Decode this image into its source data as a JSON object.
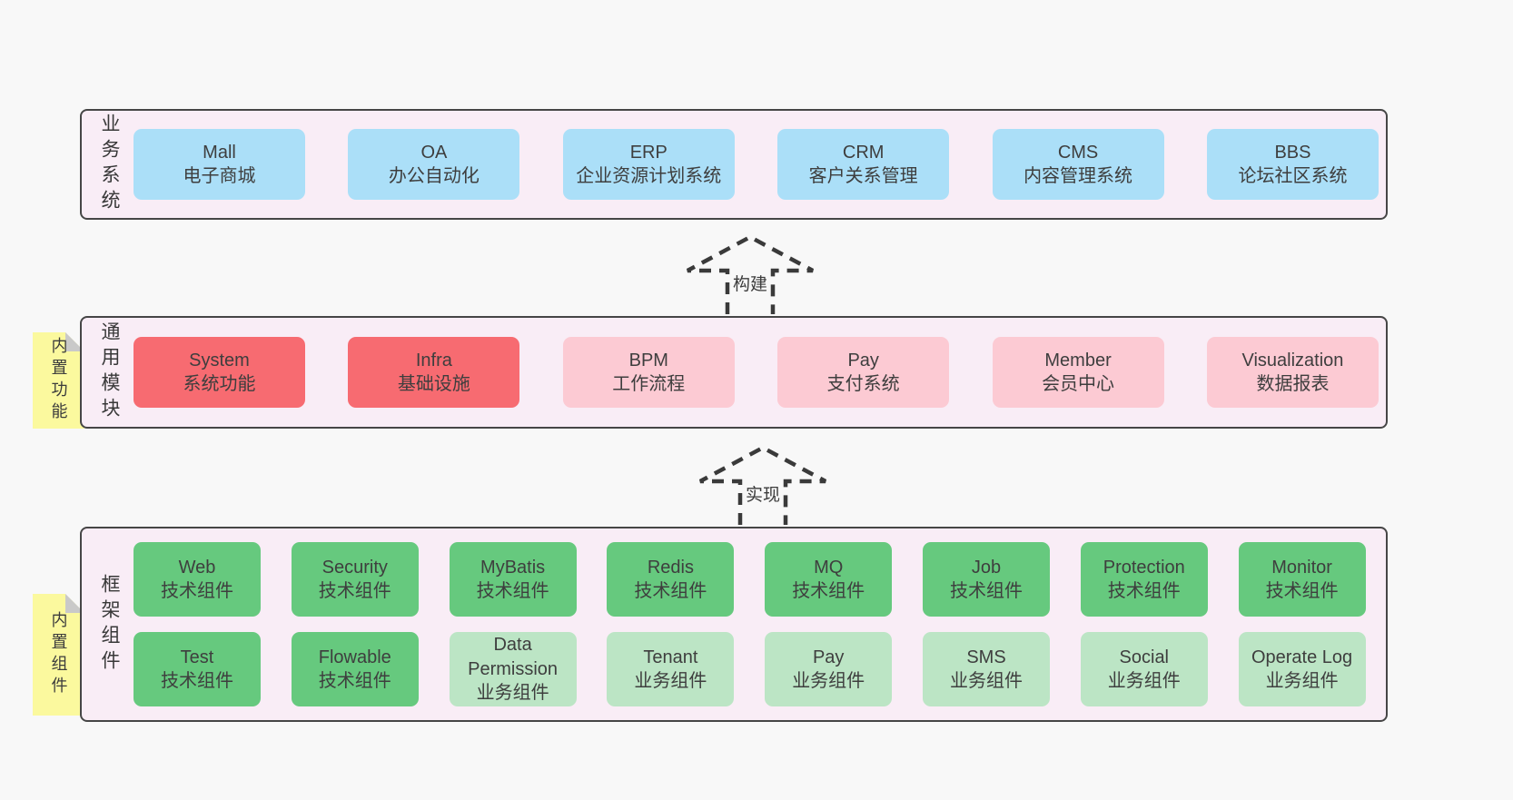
{
  "colors": {
    "page_background": "#f8f8f8",
    "layer_background": "#f9edf6",
    "layer_border": "#464646",
    "box_blue": "#abdff8",
    "box_red": "#f76b71",
    "box_pink": "#fccad3",
    "box_green": "#66c97e",
    "box_green_light": "#bce5c5",
    "sticky_yellow": "#fbf99e",
    "sticky_fold_gray": "#c9c9c9",
    "text": "#3e3e3e"
  },
  "arrows": [
    {
      "label": "构建"
    },
    {
      "label": "实现"
    }
  ],
  "layers": [
    {
      "name": "business-systems",
      "side_label": "业务系统",
      "boxes": [
        {
          "en": "Mall",
          "zh": "电子商城",
          "variant": "blue"
        },
        {
          "en": "OA",
          "zh": "办公自动化",
          "variant": "blue"
        },
        {
          "en": "ERP",
          "zh": "企业资源计划系统",
          "variant": "blue"
        },
        {
          "en": "CRM",
          "zh": "客户关系管理",
          "variant": "blue"
        },
        {
          "en": "CMS",
          "zh": "内容管理系统",
          "variant": "blue"
        },
        {
          "en": "BBS",
          "zh": "论坛社区系统",
          "variant": "blue"
        }
      ]
    },
    {
      "name": "common-modules",
      "side_label": "通用模块",
      "sticky_label": "内置功能",
      "boxes": [
        {
          "en": "System",
          "zh": "系统功能",
          "variant": "red"
        },
        {
          "en": "Infra",
          "zh": "基础设施",
          "variant": "red"
        },
        {
          "en": "BPM",
          "zh": "工作流程",
          "variant": "pink"
        },
        {
          "en": "Pay",
          "zh": "支付系统",
          "variant": "pink"
        },
        {
          "en": "Member",
          "zh": "会员中心",
          "variant": "pink"
        },
        {
          "en": "Visualization",
          "zh": "数据报表",
          "variant": "pink"
        }
      ]
    },
    {
      "name": "framework-components",
      "side_label": "框架组件",
      "sticky_label": "内置组件",
      "boxes": [
        {
          "en": "Web",
          "zh": "技术组件",
          "variant": "green"
        },
        {
          "en": "Security",
          "zh": "技术组件",
          "variant": "green"
        },
        {
          "en": "MyBatis",
          "zh": "技术组件",
          "variant": "green"
        },
        {
          "en": "Redis",
          "zh": "技术组件",
          "variant": "green"
        },
        {
          "en": "MQ",
          "zh": "技术组件",
          "variant": "green"
        },
        {
          "en": "Job",
          "zh": "技术组件",
          "variant": "green"
        },
        {
          "en": "Protection",
          "zh": "技术组件",
          "variant": "green"
        },
        {
          "en": "Monitor",
          "zh": "技术组件",
          "variant": "green"
        },
        {
          "en": "Test",
          "zh": "技术组件",
          "variant": "green"
        },
        {
          "en": "Flowable",
          "zh": "技术组件",
          "variant": "green"
        },
        {
          "en": "Data Permission",
          "zh": "业务组件",
          "variant": "green-light"
        },
        {
          "en": "Tenant",
          "zh": "业务组件",
          "variant": "green-light"
        },
        {
          "en": "Pay",
          "zh": "业务组件",
          "variant": "green-light"
        },
        {
          "en": "SMS",
          "zh": "业务组件",
          "variant": "green-light"
        },
        {
          "en": "Social",
          "zh": "业务组件",
          "variant": "green-light"
        },
        {
          "en": "Operate Log",
          "zh": "业务组件",
          "variant": "green-light"
        }
      ]
    }
  ]
}
